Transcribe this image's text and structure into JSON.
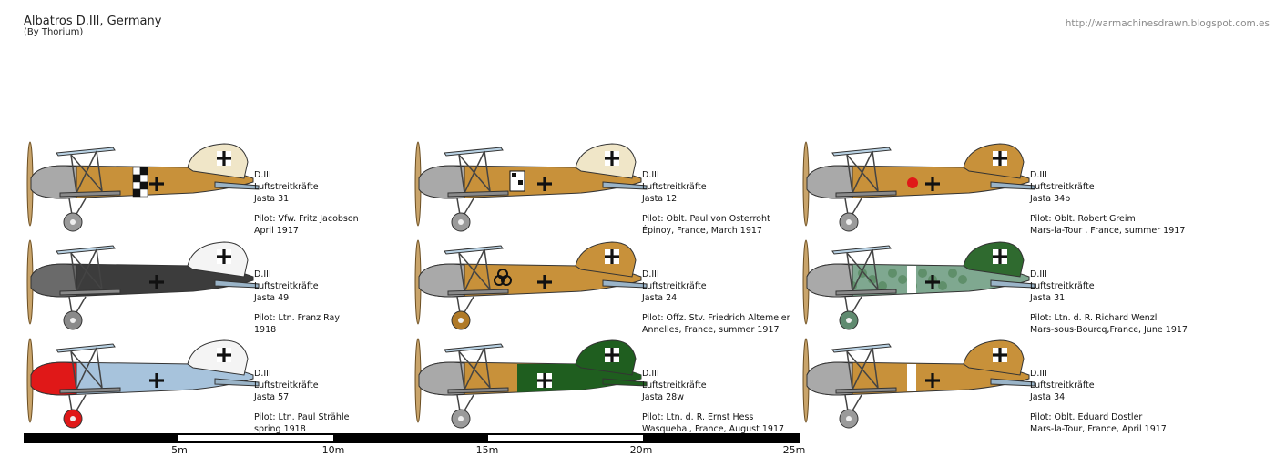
{
  "header": {
    "title": "Albatros D.III, Germany",
    "subtitle": "(By Thorium)",
    "url": "http://warmachinesdrawn.blogspot.com.es"
  },
  "planes": [
    {
      "id": "p1",
      "type": "D.III",
      "service": "Luftstreitkräfte",
      "unit": "Jasta 31",
      "pilot": "Pilot: Vfw. Fritz Jacobson",
      "detail": "April 1917",
      "colors": {
        "fuselage": "#c8913a",
        "nose": "#a9a9a9",
        "tail": "#f0e6c8",
        "wheel": "#9a9a9a",
        "band": "checker"
      }
    },
    {
      "id": "p2",
      "type": "D.III",
      "service": "Luftstreitkräfte",
      "unit": "Jasta 49",
      "pilot": "Pilot: Ltn. Franz Ray",
      "detail": "1918",
      "colors": {
        "fuselage": "#3c3c3c",
        "nose": "#6a6a6a",
        "tail": "#f4f4f4",
        "wheel": "#8a8a8a",
        "band": "none"
      }
    },
    {
      "id": "p3",
      "type": "D.III",
      "service": "Luftstreitkräfte",
      "unit": "Jasta 57",
      "pilot": "Pilot: Ltn. Paul Strähle",
      "detail": "spring 1918",
      "colors": {
        "fuselage": "#a7c3dc",
        "nose": "#e01818",
        "tail": "#f4f4f4",
        "wheel": "#e01818",
        "band": "none"
      }
    },
    {
      "id": "p4",
      "type": "D.III",
      "service": "Luftstreitkräfte",
      "unit": "Jasta 12",
      "pilot": "Pilot: Oblt. Paul von Osterroht",
      "detail": "Épinoy, France, March 1917",
      "colors": {
        "fuselage": "#c8913a",
        "nose": "#a9a9a9",
        "tail": "#f0e6c8",
        "wheel": "#9a9a9a",
        "band": "squares"
      }
    },
    {
      "id": "p5",
      "type": "D.III",
      "service": "Luftstreitkräfte",
      "unit": "Jasta 24",
      "pilot": "Pilot: Offz. Stv. Friedrich Altemeier",
      "detail": "Annelles, France, summer 1917",
      "colors": {
        "fuselage": "#c8913a",
        "nose": "#a9a9a9",
        "tail": "#c8913a",
        "wheel": "#b07a28",
        "band": "rings"
      }
    },
    {
      "id": "p6",
      "type": "D.III",
      "service": "Luftstreitkräfte",
      "unit": "Jasta 28w",
      "pilot": "Pilot: Ltn. d. R. Ernst Hess",
      "detail": "Wasquehal, France, August 1917",
      "colors": {
        "fuselage": "#c8913a",
        "nose": "#a9a9a9",
        "tail": "#1f5e1f",
        "wheel": "#9a9a9a",
        "band": "greentail"
      }
    },
    {
      "id": "p7",
      "type": "D.III",
      "service": "Luftstreitkräfte",
      "unit": "Jasta 34b",
      "pilot": "Pilot: Oblt. Robert Greim",
      "detail": "Mars-la-Tour , France, summer 1917",
      "colors": {
        "fuselage": "#c8913a",
        "nose": "#a9a9a9",
        "tail": "#c8913a",
        "wheel": "#9a9a9a",
        "band": "reddot"
      }
    },
    {
      "id": "p8",
      "type": "D.III",
      "service": "Luftstreitkräfte",
      "unit": "Jasta 31",
      "pilot": "Pilot: Ltn. d. R. Richard Wenzl",
      "detail": "Mars-sous-Bourcq,France, June 1917",
      "colors": {
        "fuselage": "#8fb07f",
        "nose": "#a9a9a9",
        "tail": "#2f6a2f",
        "wheel": "#5f8a6f",
        "band": "camo"
      }
    },
    {
      "id": "p9",
      "type": "D.III",
      "service": "Luftstreitkräfte",
      "unit": "Jasta 34",
      "pilot": "Pilot: Oblt. Eduard Dostler",
      "detail": "Mars-la-Tour, France, April 1917",
      "colors": {
        "fuselage": "#c8913a",
        "nose": "#a9a9a9",
        "tail": "#c8913a",
        "wheel": "#9a9a9a",
        "band": "whiteband"
      }
    }
  ],
  "scale": {
    "ticks": [
      "5m",
      "10m",
      "15m",
      "20m",
      "25m"
    ]
  }
}
